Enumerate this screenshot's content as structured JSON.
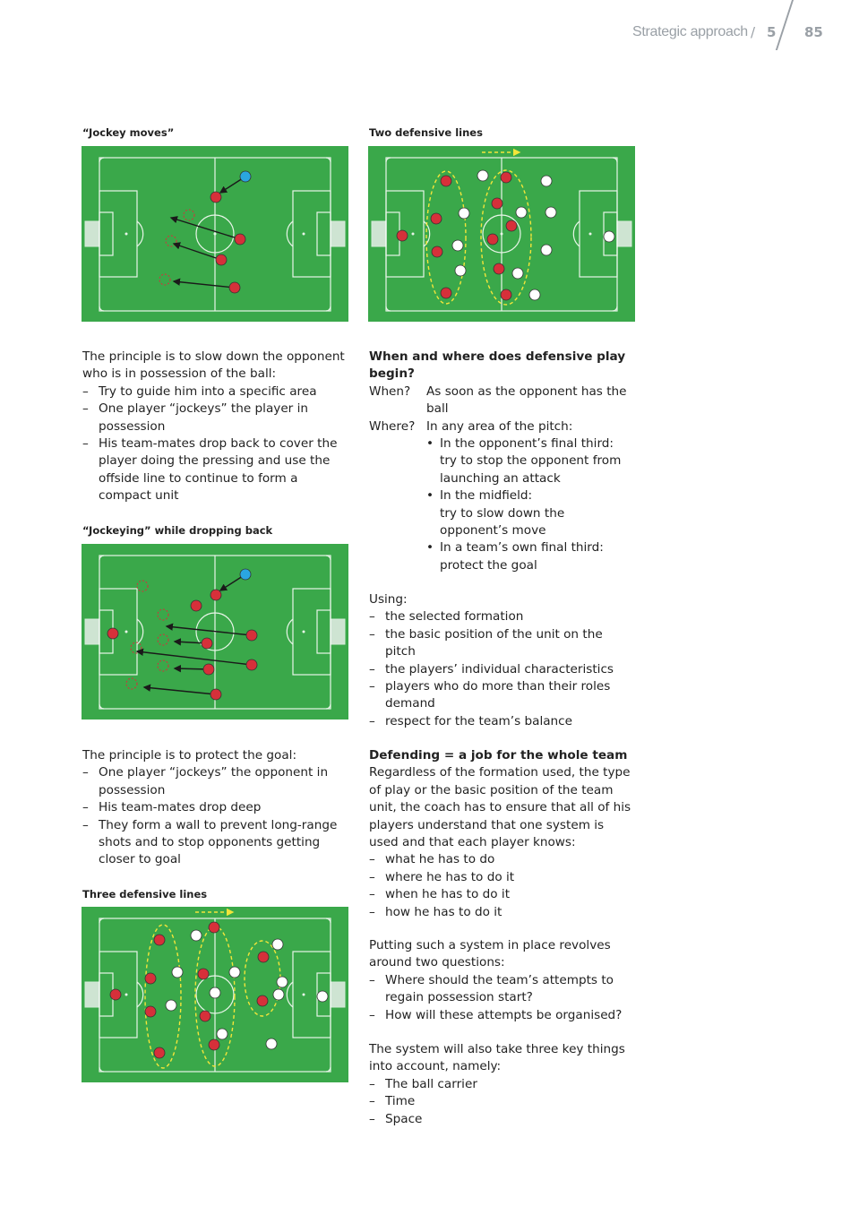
{
  "header": {
    "section": "Strategic approach",
    "separator": "/",
    "chapter": "5",
    "page": "85"
  },
  "colors": {
    "pitch": "#3aa84a",
    "lines": "#e8f5e8",
    "red": "#d6303a",
    "blue": "#2aa6e0",
    "white": "#ffffff",
    "zone": "#f2e53a"
  },
  "left": {
    "fig1_caption": "“Jockey moves”",
    "text1": {
      "intro": "The principle is to slow down the opponent who is in possession of the ball:",
      "items": [
        "Try to guide him into a specific area",
        "One player “jockeys” the player in possession",
        "His team-mates drop back to cover the player doing the pressing and use the offside line to continue to form a compact unit"
      ]
    },
    "fig2_caption": "“Jockeying” while dropping back",
    "text2": {
      "intro": "The principle is to protect the goal:",
      "items": [
        "One player “jockeys” the opponent in possession",
        "His team-mates drop deep",
        "They form a wall to prevent long-range shots and to stop opponents getting closer to goal"
      ]
    },
    "fig3_caption": "Three defensive lines"
  },
  "right": {
    "fig_caption": "Two defensive lines",
    "when_where": {
      "heading": "When and where does defensive play begin?",
      "when_label": "When?",
      "when_value": "As soon as the opponent has the ball",
      "where_label": "Where?",
      "where_value": "In any area of the pitch:",
      "bullets": [
        {
          "title": "In the opponent’s final third:",
          "text": "try to stop the opponent from launching an attack"
        },
        {
          "title": "In the midfield:",
          "text": "try to slow down the opponent’s move"
        },
        {
          "title": "In a team’s own final third:",
          "text": "protect the goal"
        }
      ]
    },
    "using": {
      "intro": "Using:",
      "items": [
        "the selected formation",
        "the basic position of the unit on the pitch",
        "the players’ individual characteristics",
        "players who do more than their roles demand",
        "respect for the team’s balance"
      ]
    },
    "defending": {
      "heading": "Defending = a job for the whole team",
      "body": "Regardless of the formation used, the type of play or the basic position of the team unit, the coach has to ensure that all of his players understand that one system is used and that each player knows:",
      "items": [
        "what he has to do",
        "where he has to do it",
        "when he has to do it",
        "how he has to do it"
      ]
    },
    "putting": {
      "intro": "Putting such a system in place revolves around two questions:",
      "items": [
        "Where should the team’s attempts to regain possession start?",
        "How will these attempts be organised?"
      ]
    },
    "system": {
      "intro": "The system will also take three key things into account, namely:",
      "items": [
        "The ball carrier",
        "Time",
        "Space"
      ]
    }
  }
}
